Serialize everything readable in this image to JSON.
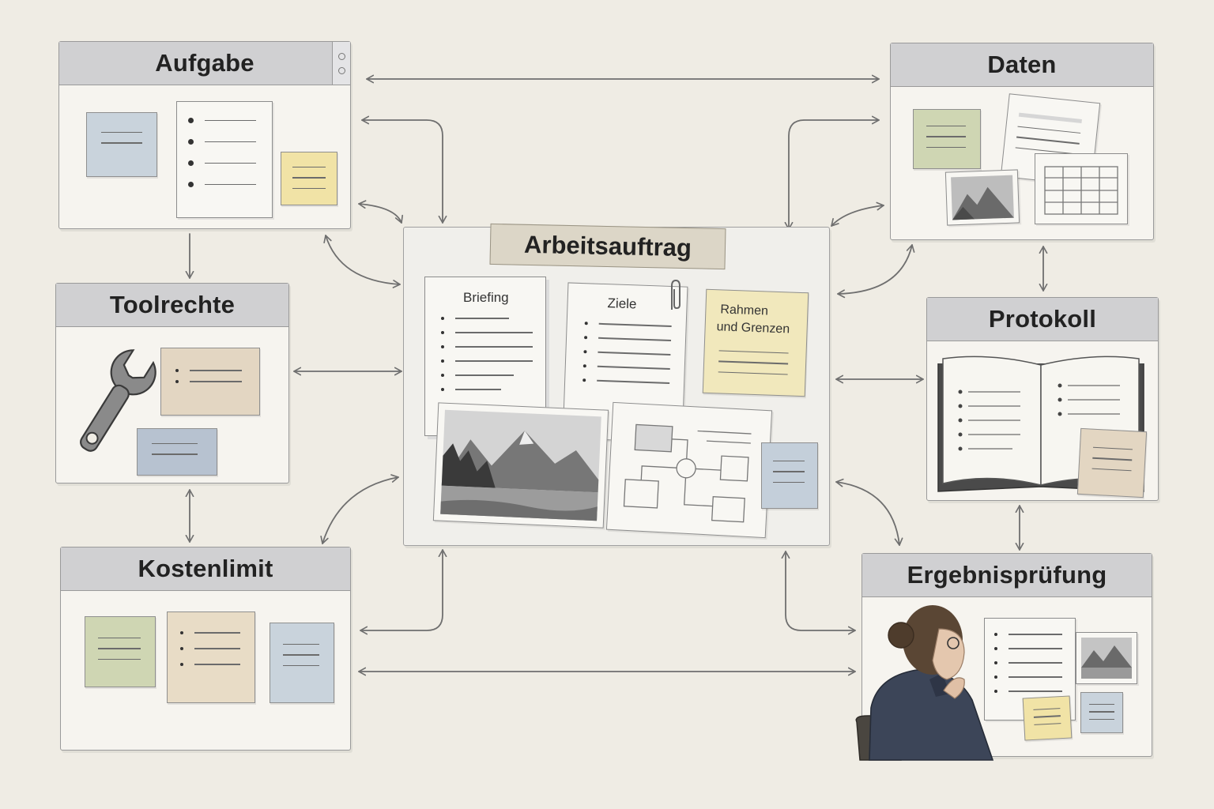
{
  "center": {
    "title": "Arbeitsauftrag",
    "briefing": "Briefing",
    "goals": "Ziele",
    "frame_line1": "Rahmen",
    "frame_line2": "und Grenzen"
  },
  "nodes": {
    "task": "Aufgabe",
    "tools": "Toolrechte",
    "cost": "Kostenlimit",
    "data": "Daten",
    "log": "Protokoll",
    "review": "Ergebnisprüfung"
  },
  "colors": {
    "background": "#efece4",
    "titlebar": "#d0d0d2",
    "note_blue": "#c9d3dc",
    "note_yellow": "#f1e3a6",
    "note_green": "#cfd6b3",
    "note_beige": "#e8dcc6",
    "note_slate": "#b7c2d0",
    "arrow": "#6f6f6f"
  },
  "icons": [
    "wrench-icon",
    "mountain-photo-icon",
    "flowchart-icon",
    "open-book-icon",
    "table-sheet-icon",
    "paperclip-icon",
    "reviewer-person-icon"
  ]
}
